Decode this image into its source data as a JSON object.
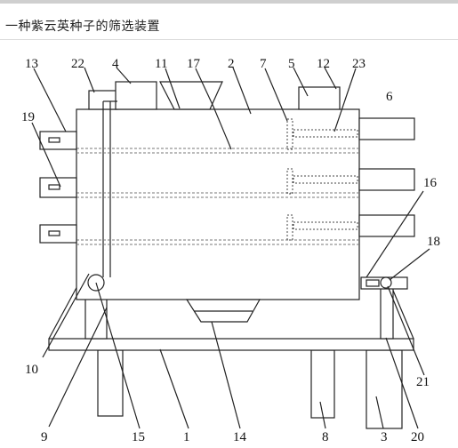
{
  "page": {
    "title": "一种紫云英种子的筛选装置"
  },
  "diagram": {
    "callouts": [
      "1",
      "2",
      "3",
      "4",
      "5",
      "6",
      "7",
      "8",
      "9",
      "10",
      "11",
      "12",
      "13",
      "14",
      "15",
      "16",
      "17",
      "18",
      "19",
      "20",
      "21",
      "22",
      "23"
    ]
  }
}
